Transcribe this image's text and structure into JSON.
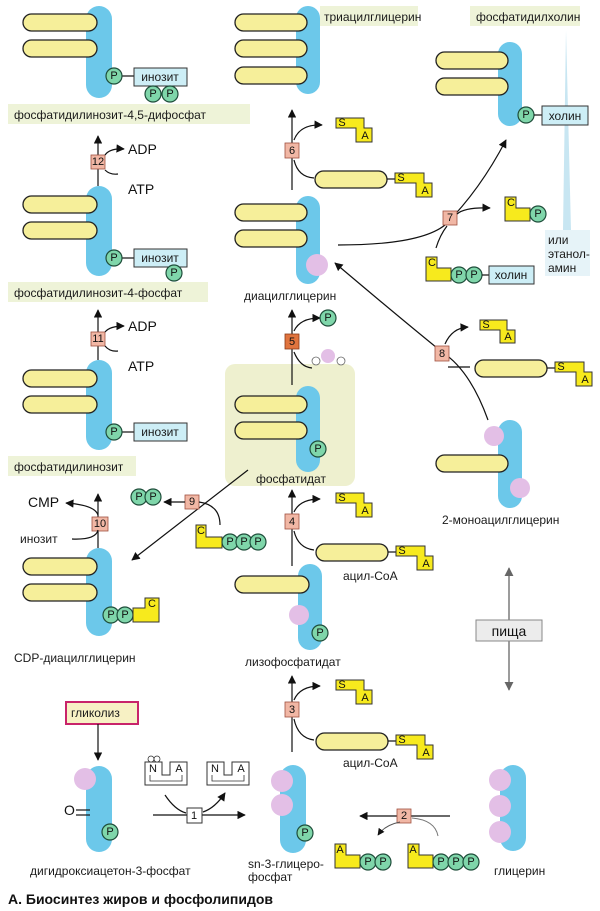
{
  "figure": {
    "caption": "А. Биосинтез жиров и фосфолипидов",
    "colors": {
      "acyl_chain": "#f6ef9a",
      "glycerol_backbone": "#6cc8ea",
      "phosphate": "#7fd6aa",
      "hydroxyl": "#e3bfe6",
      "enzyme_box": "#f1b7a5",
      "enzyme_box_5": "#e0743e",
      "coenzyme": "#f7ea1d",
      "headgroup_box": "#cdeef6",
      "label_band": "#eef3d8",
      "glycolysis_border": "#c8246a"
    }
  },
  "compounds": {
    "pip2": "фосфатидилинозит-4,5-дифосфат",
    "pip": "фосфатидилинозит-4-фосфат",
    "pi": "фосфатидилинозит",
    "cdp_dag": "CDP-диацилглицерин",
    "tag": "триацилглицерин",
    "pc": "фосфатидилхолин",
    "dag": "диацилглицерин",
    "pa": "фосфатидат",
    "lpa": "лизофосфатидат",
    "mag": "2-моноацилглицерин",
    "g3p": "sn-3-глицеро-",
    "g3p_2": "фосфат",
    "dhap": "дигидроксиацетон-3-фосфат",
    "glycerol": "глицерин",
    "acyl_coa": "ацил-CoA",
    "glycolysis": "гликолиз",
    "food": "пища",
    "or_ethanolamine_1": "или",
    "or_ethanolamine_2": "этанол-",
    "or_ethanolamine_3": "амин"
  },
  "groups": {
    "inositol": "инозит",
    "choline": "холин",
    "phosphate": "P",
    "cytidine": "C",
    "adenosine": "A",
    "sulfur": "S",
    "nicotinamide": "N",
    "oxo": "O"
  },
  "cofactors": {
    "adp": "ADP",
    "atp": "ATP",
    "cmp": "CMP",
    "inositol_in": "инозит"
  },
  "enzymes": [
    "1",
    "2",
    "3",
    "4",
    "5",
    "6",
    "7",
    "8",
    "9",
    "10",
    "11",
    "12"
  ]
}
